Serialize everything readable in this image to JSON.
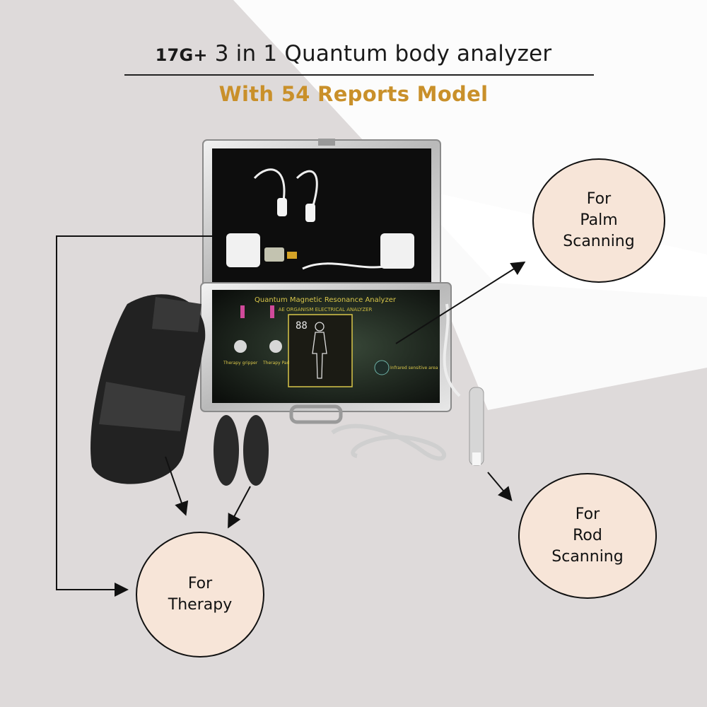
{
  "header": {
    "title_prefix": "17G+",
    "title_main": " 3 in 1 Quantum body analyzer",
    "subtitle": "With 54 Reports Model"
  },
  "callouts": {
    "palm": [
      "For",
      "Palm",
      "Scanning"
    ],
    "rod": [
      "For",
      "Rod",
      "Scanning"
    ],
    "therapy": [
      "For",
      "Therapy"
    ]
  },
  "device": {
    "panel_title": "Quantum Magnetic Resonance Analyzer",
    "panel_subtitle": "AE ORGANISM ELECTRICAL ANALYZER",
    "display_number": "88",
    "label_left": "Therapy gripper",
    "label_right": "Therapy Pad",
    "label_sensor": "Infrared sensitive area"
  },
  "colors": {
    "circle_fill": "#f7e5d8",
    "subtitle": "#c9902a",
    "background": "#dedada"
  }
}
